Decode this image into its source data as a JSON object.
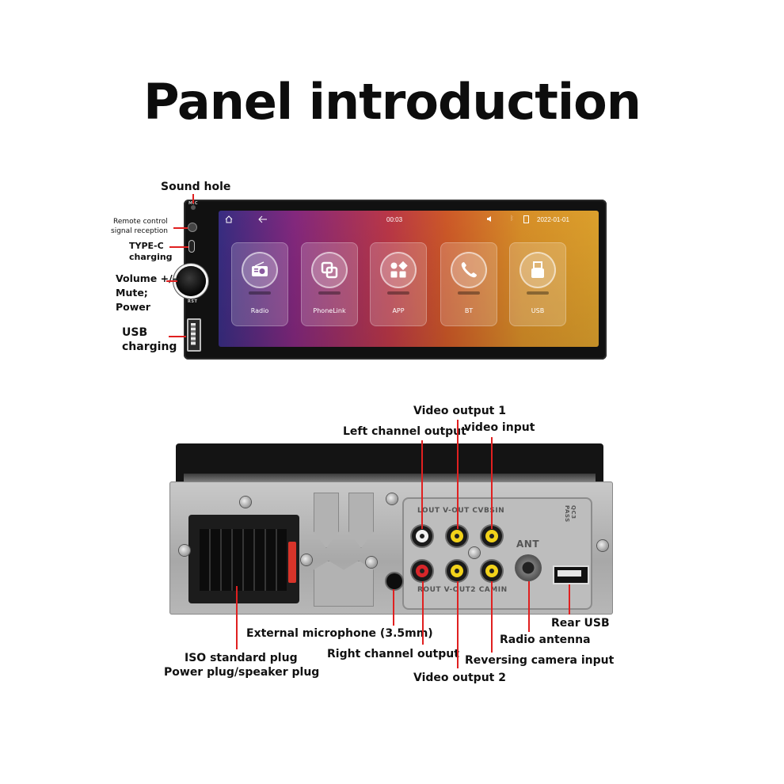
{
  "title": "Panel introduction",
  "front_labels": {
    "sound_hole": "Sound hole",
    "remote": "Remote control signal reception",
    "remote_l1": "Remote control",
    "remote_l2": "signal reception",
    "typec_l1": "TYPE-C",
    "typec_l2": "charging",
    "volume_l1": "Volume +/-;",
    "volume_l2": "Mute;",
    "volume_l3": "Power",
    "usb_l1": "USB",
    "usb_l2": "charging"
  },
  "screen": {
    "time": "00:03",
    "date": "2022-01-01",
    "apps": [
      {
        "label": "Radio",
        "icon": "radio-icon"
      },
      {
        "label": "PhoneLink",
        "icon": "phonelink-icon"
      },
      {
        "label": "APP",
        "icon": "apps-grid-icon"
      },
      {
        "label": "BT",
        "icon": "phone-icon"
      },
      {
        "label": "USB",
        "icon": "usb-drive-icon"
      }
    ]
  },
  "panel_marks": {
    "mic": "MIC",
    "rst": "RST",
    "rear_top": "LOUT V-OUT CVBSIN",
    "rear_bottom": "ROUT V-OUT2 CAMIN",
    "ant": "ANT",
    "qc": "QC3 PASS"
  },
  "rear_labels": {
    "video_out_1": "Video output 1",
    "left_channel": "Left channel output",
    "video_input": "video input",
    "ext_mic": "External microphone (3.5mm)",
    "iso_l1": "ISO standard plug",
    "iso_l2": "Power plug/speaker plug",
    "right_channel": "Right channel output",
    "video_out_2": "Video output 2",
    "reversing": "Reversing camera input",
    "radio_antenna": "Radio antenna",
    "rear_usb": "Rear USB"
  },
  "colors": {
    "callout_line": "#e02020",
    "rca_red": "#d8262a",
    "rca_yellow": "#f2d21a",
    "rca_white": "#f2f2f2"
  }
}
